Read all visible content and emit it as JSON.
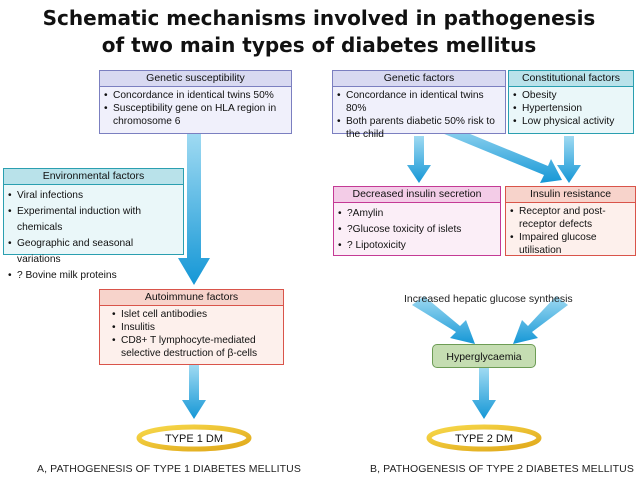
{
  "title": {
    "line1": "Schematic mechanisms involved in pathogenesis",
    "line2": "of two main types of diabetes mellitus"
  },
  "type1": {
    "genetic": {
      "header": "Genetic susceptibility",
      "items": [
        "Concordance in identical twins  50%",
        "Susceptibility gene on HLA region in chromosome 6"
      ]
    },
    "environmental": {
      "header": "Environmental factors",
      "items": [
        "Viral infections",
        "Experimental induction with chemicals",
        "Geographic and seasonal variations",
        "? Bovine milk proteins"
      ]
    },
    "autoimmune": {
      "header": "Autoimmune factors",
      "items": [
        "Islet cell antibodies",
        "Insulitis",
        "CD8+ T lymphocyte-mediated selective destruction of β-cells"
      ]
    },
    "result": "TYPE 1 DM",
    "caption": "A, PATHOGENESIS OF TYPE 1 DIABETES MELLITUS"
  },
  "type2": {
    "genetic": {
      "header": "Genetic factors",
      "items": [
        "Concordance in identical twins 80%",
        "Both parents diabetic 50% risk to the child"
      ]
    },
    "constitutional": {
      "header": "Constitutional factors",
      "items": [
        "Obesity",
        "Hypertension",
        "Low physical activity"
      ]
    },
    "secretion": {
      "header": "Decreased insulin secretion",
      "items": [
        "?Amylin",
        "?Glucose toxicity of islets",
        "? Lipotoxicity"
      ]
    },
    "resistance": {
      "header": "Insulin resistance",
      "items": [
        "Receptor and post-receptor defects",
        "Impaired glucose utilisation"
      ]
    },
    "hepatic_label": "Increased hepatic glucose synthesis",
    "hyperglycaemia": "Hyperglycaemia",
    "result": "TYPE 2 DM",
    "caption": "B, PATHOGENESIS OF TYPE 2 DIABETES MELLITUS"
  }
}
